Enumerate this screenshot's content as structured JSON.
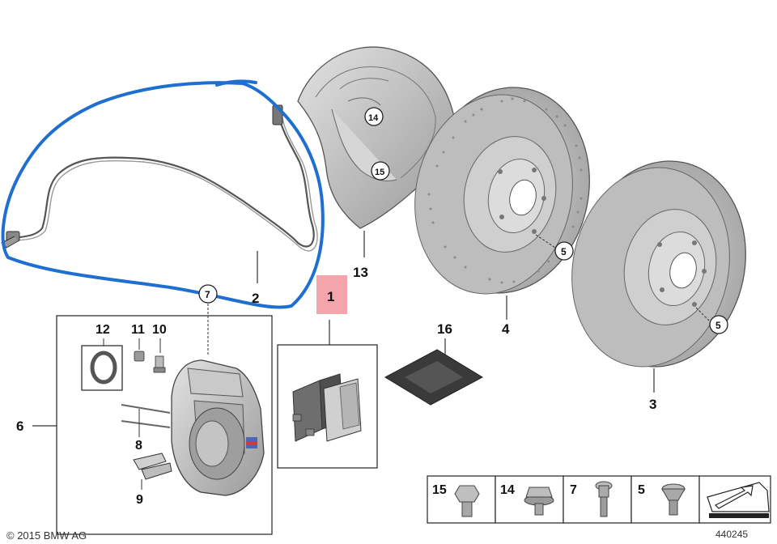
{
  "labels": {
    "p1": "1",
    "p2": "2",
    "p3": "3",
    "p4": "4",
    "p6": "6",
    "p7": "7",
    "p8": "8",
    "p9": "9",
    "p10": "10",
    "p11": "11",
    "p12": "12",
    "p13": "13",
    "p14": "14",
    "p15": "15",
    "p16": "16"
  },
  "circled": {
    "c14": "14",
    "c15": "15",
    "c5a": "5",
    "c5b": "5",
    "c7": "7"
  },
  "legend": {
    "l15": "15",
    "l14": "14",
    "l7": "7",
    "l5": "5"
  },
  "footer": {
    "copyright": "© 2015 BMW AG",
    "diagram_id": "440245"
  },
  "colors": {
    "annotation_outline": "#1f6fd1",
    "label_highlight": "#f4a5ab",
    "part_fill": "#c8c8c8",
    "part_dark": "#8f8f8f",
    "line": "#333333"
  }
}
